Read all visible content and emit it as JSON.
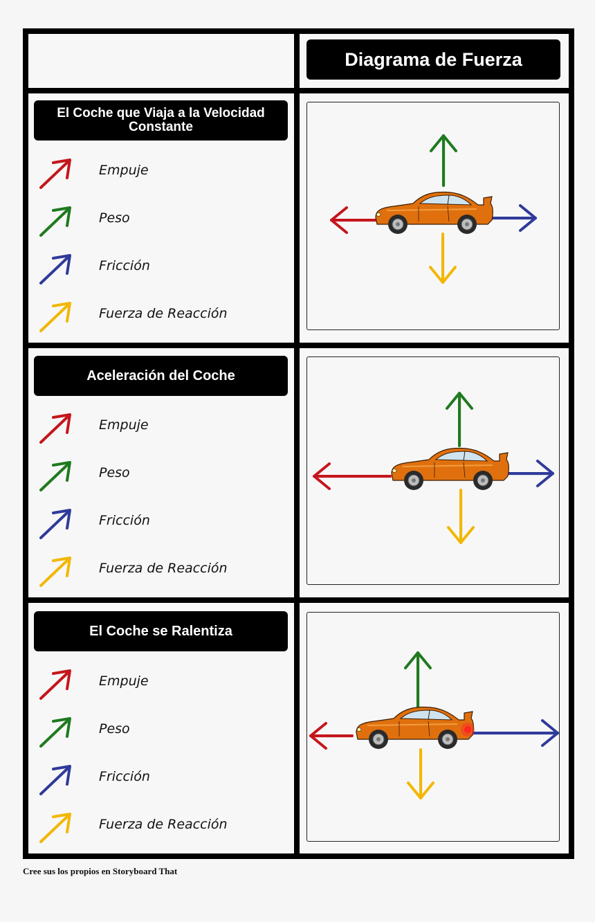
{
  "header": {
    "title": "Diagrama de Fuerza"
  },
  "colors": {
    "thrust": "#c4161c",
    "weight": "#1f7a1f",
    "friction": "#2f3a9a",
    "reaction": "#f2b705",
    "car_body": "#e0700e"
  },
  "rows": [
    {
      "title_line1": "El Coche que Viaja a la Velocidad",
      "title_line2": "Constante",
      "legend": [
        {
          "label": "Empuje",
          "color": "#c4161c"
        },
        {
          "label": "Peso",
          "color": "#1f7a1f"
        },
        {
          "label": "Fricción",
          "color": "#2f3a9a"
        },
        {
          "label": "Fuerza de Reacción",
          "color": "#f2b705"
        }
      ]
    },
    {
      "title_line1": "Aceleración del Coche",
      "title_line2": "",
      "legend": [
        {
          "label": "Empuje",
          "color": "#c4161c"
        },
        {
          "label": "Peso",
          "color": "#1f7a1f"
        },
        {
          "label": "Fricción",
          "color": "#2f3a9a"
        },
        {
          "label": "Fuerza de Reacción",
          "color": "#f2b705"
        }
      ]
    },
    {
      "title_line1": "El Coche se Ralentiza",
      "title_line2": "",
      "legend": [
        {
          "label": "Empuje",
          "color": "#c4161c"
        },
        {
          "label": "Peso",
          "color": "#1f7a1f"
        },
        {
          "label": "Fricción",
          "color": "#2f3a9a"
        },
        {
          "label": "Fuerza de Reacción",
          "color": "#f2b705"
        }
      ]
    }
  ],
  "footer": {
    "credit": "Cree sus los propios en Storyboard That"
  }
}
